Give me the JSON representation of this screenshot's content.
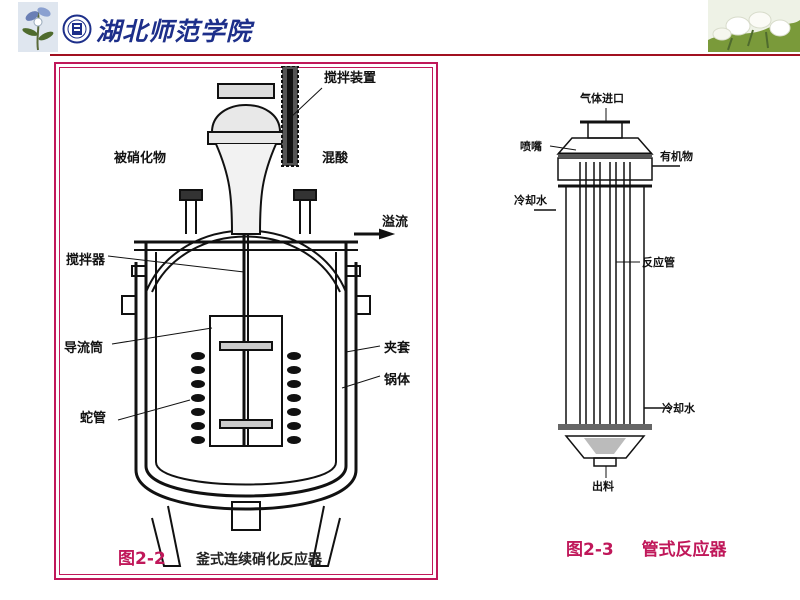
{
  "header": {
    "university_name": "湖北师范学院"
  },
  "figure_left": {
    "labels": {
      "stirring_device": "搅拌装置",
      "nitrated_material": "被硝化物",
      "mixed_acid": "混酸",
      "overflow": "溢流",
      "agitator": "搅拌器",
      "draft_tube": "导流筒",
      "jacket": "夹套",
      "vessel_body": "锅体",
      "coil_pipe": "蛇管"
    },
    "caption_number": "图2-2",
    "caption_title": "釜式连续硝化反应器"
  },
  "figure_right": {
    "labels": {
      "gas_inlet": "气体进口",
      "nozzle": "喷嘴",
      "organic_matter": "有机物",
      "cooling_water_top": "冷却水",
      "reaction_tube": "反应管",
      "cooling_water_bottom": "冷却水",
      "discharge": "出料"
    },
    "caption_number": "图2-3",
    "caption_title": "管式反应器"
  },
  "colors": {
    "caption": "#c0185a",
    "frame": "#c0185a",
    "header_rule": "#a11020",
    "university_name": "#1d2f8a"
  }
}
